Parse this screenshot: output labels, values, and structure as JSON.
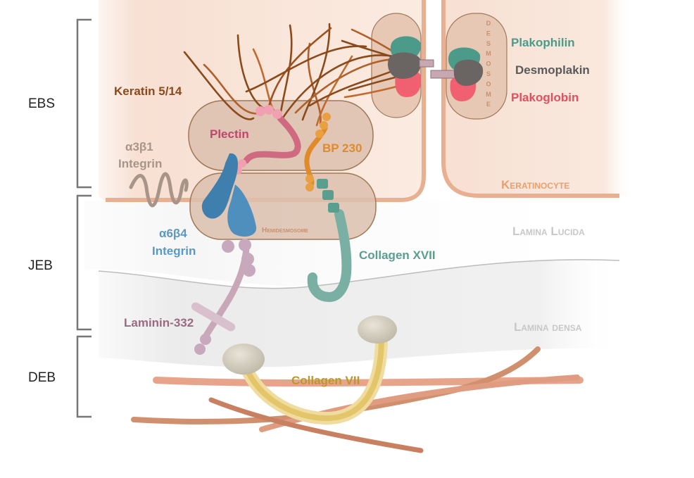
{
  "zones": {
    "ebs": "EBS",
    "jeb": "JEB",
    "deb": "DEB"
  },
  "labels": {
    "keratin": "Keratin 5/14",
    "plectin": "Plectin",
    "bp230": "BP 230",
    "integrin_a3b1_line1": "α3β1",
    "integrin_a3b1_line2": "Integrin",
    "integrin_a6b4_line1": "α6β4",
    "integrin_a6b4_line2": "Integrin",
    "hemidesmosome": "Hemidesmosome",
    "collagen_xvii": "Collagen XVII",
    "laminin": "Laminin-332",
    "collagen_vii": "Collagen VII",
    "plakophilin": "Plakophilin",
    "desmoplakin": "Desmoplakin",
    "plakoglobin": "Plakoglobin",
    "desmosome": "DESMOSOME",
    "keratinocyte": "Keratinocyte",
    "lamina_lucida": "Lamina Lucida",
    "lamina_densa": "Lamina densa"
  },
  "colors": {
    "keratin": "#8b4a1c",
    "plectin": "#c0466a",
    "bp230": "#e08a2a",
    "integrin_a3b1": "#a89488",
    "integrin_a6b4": "#3f7fae",
    "collagen_xvii": "#5a9e90",
    "laminin": "#9a6a82",
    "collagen_vii": "#b89a2a",
    "plakophilin": "#4c9a8a",
    "desmoplakin": "#5a5a5a",
    "plakoglobin": "#e05060",
    "keratinocyte": "#e8a070",
    "lamina": "#c8c8c8",
    "hemidesmosome_text": "#c89070"
  }
}
